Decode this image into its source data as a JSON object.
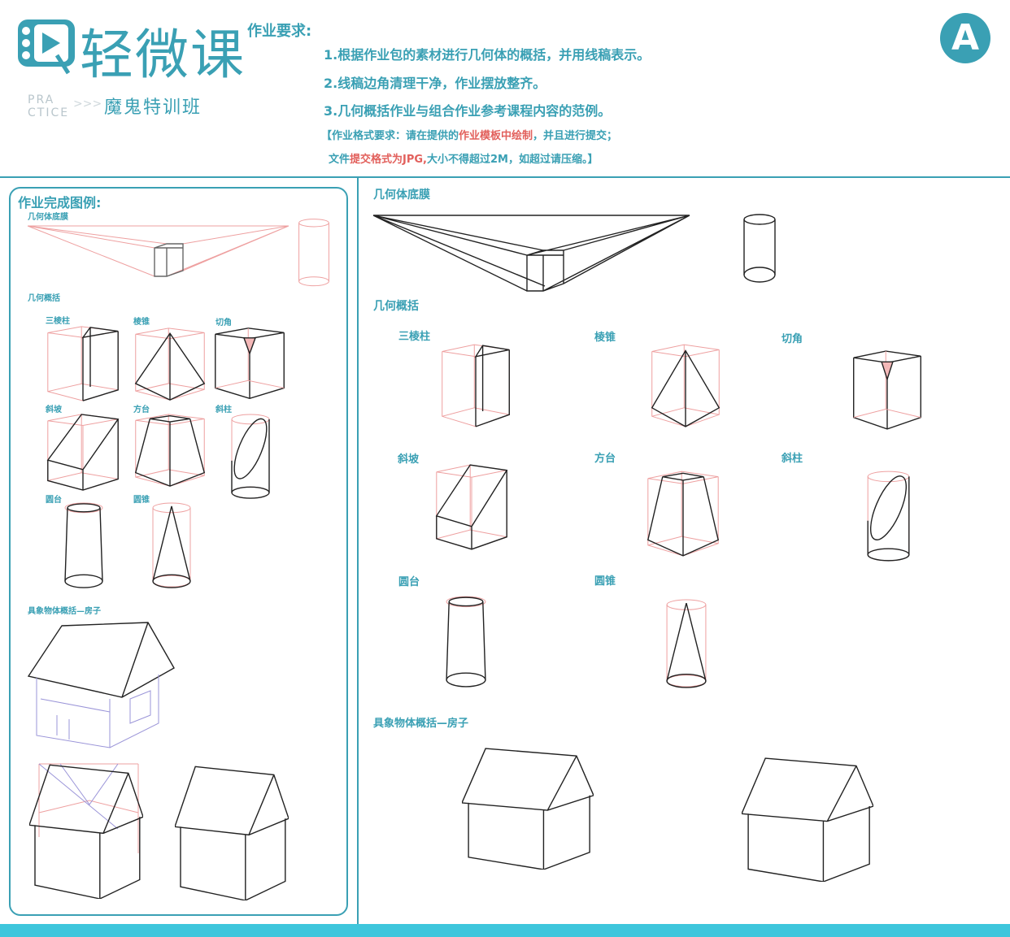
{
  "logo": {
    "brand": "轻微课",
    "practice_1": "PRA",
    "practice_2": "CTICE",
    "arrows": ">>>",
    "subtitle": "魔鬼特训班"
  },
  "badge": "A",
  "requirements": {
    "title": "作业要求:",
    "items": [
      "1.根据作业包的素材进行几何体的概括，并用线稿表示。",
      "2.线稿边角清理干净，作业摆放整齐。",
      "3.几何概括作业与组合作业参考课程内容的范例。"
    ],
    "format_1a": "【作业格式要求：请在提供的",
    "format_1b": "作业模板中绘制",
    "format_1c": "，并且进行提交；",
    "format_2a": "文件",
    "format_2b": "提交格式为JPG,",
    "format_2c": "大小不得超过2M，如超过请压缩。】"
  },
  "example_panel": {
    "title": "作业完成图例:",
    "base": "几何体底膜",
    "summary": "几何概括",
    "shapes": [
      "三棱柱",
      "棱锥",
      "切角",
      "斜坡",
      "方台",
      "斜柱",
      "圆台",
      "圆锥"
    ],
    "house": "具象物体概括—房子"
  },
  "work_panel": {
    "base": "几何体底膜",
    "summary": "几何概括",
    "shapes": [
      "三棱柱",
      "棱锥",
      "切角",
      "斜坡",
      "方台",
      "斜柱",
      "圆台",
      "圆锥"
    ],
    "house": "具象物体概括—房子"
  },
  "colors": {
    "teal": "#3aa0b4",
    "red": "#e2605c",
    "bar": "#3ec6dc"
  }
}
